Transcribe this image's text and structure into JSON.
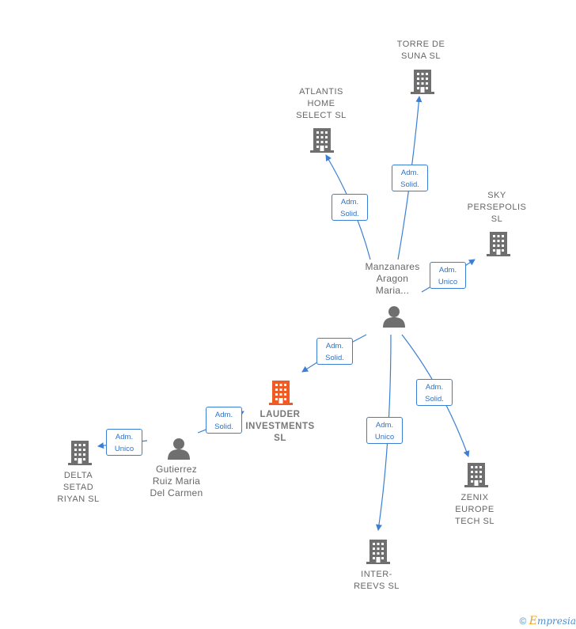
{
  "colors": {
    "building": "#6f6f6f",
    "focus_building": "#f05a24",
    "person": "#6f6f6f",
    "edge": "#3a7fd5"
  },
  "nodes": {
    "torre_de_suna": {
      "line1": "TORRE DE",
      "line2": "SUNA  SL"
    },
    "atlantis_home_select": {
      "line1": "ATLANTIS",
      "line2": "HOME",
      "line3": "SELECT  SL"
    },
    "sky_persepolis": {
      "line1": "SKY",
      "line2": "PERSEPOLIS",
      "line3": "SL"
    },
    "manzanares": {
      "line1": "Manzanares",
      "line2": "Aragon",
      "line3": "Maria..."
    },
    "lauder_investments": {
      "line1": "LAUDER",
      "line2": "INVESTMENTS",
      "line3": "SL"
    },
    "gutierrez": {
      "line1": "Gutierrez",
      "line2": "Ruiz Maria",
      "line3": "Del Carmen"
    },
    "delta_setad_riyan": {
      "line1": "DELTA",
      "line2": "SETAD",
      "line3": "RIYAN SL"
    },
    "zenix_europe_tech": {
      "line1": "ZENIX",
      "line2": "EUROPE",
      "line3": "TECH  SL"
    },
    "inter_reevs": {
      "line1": "INTER-",
      "line2": "REEVS SL"
    }
  },
  "edges": {
    "to_atlantis": {
      "line1": "Adm.",
      "line2": "Solid."
    },
    "to_torre": {
      "line1": "Adm.",
      "line2": "Solid."
    },
    "to_sky": {
      "line1": "Adm.",
      "line2": "Unico"
    },
    "to_lauder_from_manzanares": {
      "line1": "Adm.",
      "line2": "Solid."
    },
    "to_zenix": {
      "line1": "Adm.",
      "line2": "Solid."
    },
    "to_inter": {
      "line1": "Adm.",
      "line2": "Unico"
    },
    "to_lauder_from_gutierrez": {
      "line1": "Adm.",
      "line2": "Solid."
    },
    "to_delta": {
      "line1": "Adm.",
      "line2": "Unico"
    }
  },
  "footer": {
    "copyright": "©",
    "brand_initial": "E",
    "brand_rest": "mpresia"
  }
}
